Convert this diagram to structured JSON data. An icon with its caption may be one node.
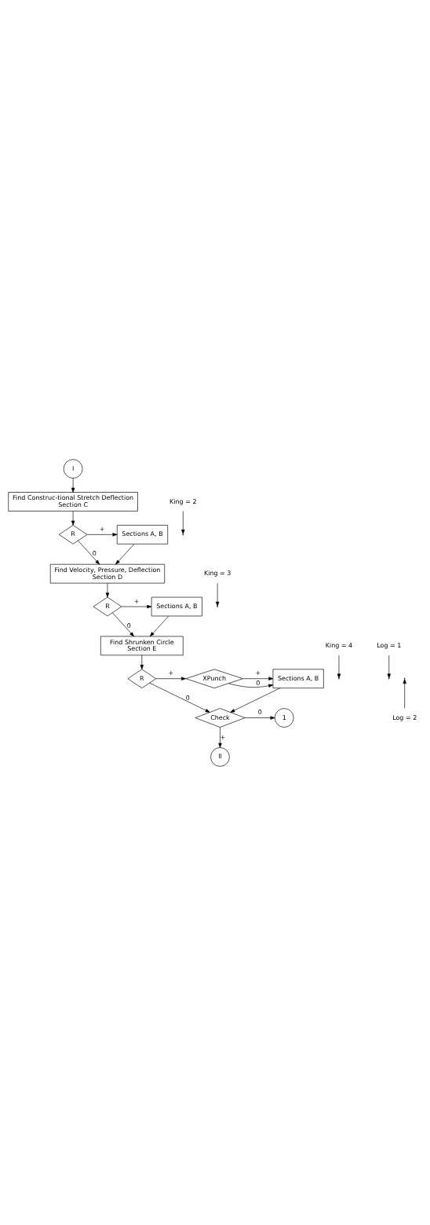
{
  "diagram": {
    "nodes": [
      {
        "text": [
          "I"
        ]
      },
      {
        "text": [
          "Find Construc-tional Stretch Deflection",
          "Section C"
        ]
      },
      {
        "text": [
          "R"
        ]
      },
      {
        "text": [
          "Sections A, B"
        ]
      },
      {
        "text": [
          "Find Velocity, Pressure, Deflection",
          "Section D"
        ]
      },
      {
        "text": [
          "R"
        ]
      },
      {
        "text": [
          "Sections A, B"
        ]
      },
      {
        "text": [
          "Find Shrunken Circle",
          "Section E"
        ]
      },
      {
        "text": [
          "R"
        ]
      },
      {
        "text": [
          "XPunch"
        ]
      },
      {
        "text": [
          "Sections A, B"
        ]
      },
      {
        "text": [
          "Check"
        ]
      },
      {
        "text": [
          "1"
        ]
      },
      {
        "text": [
          "II"
        ]
      },
      {
        "text": [
          "King = 2"
        ]
      },
      {
        "text": [
          "King = 3"
        ]
      },
      {
        "text": [
          "King = 4"
        ]
      },
      {
        "text": [
          "Log = 1"
        ]
      },
      {
        "text": [
          "Log = 2"
        ]
      }
    ],
    "edges": [
      {
        "from": 0,
        "to": 1,
        "arrow": "to"
      },
      {
        "from": 1,
        "to": 2,
        "arrow": "to"
      },
      {
        "from": 2,
        "to": 3,
        "label": "+",
        "arrow": "to"
      },
      {
        "from": 2,
        "to": 4,
        "label": "0",
        "arrow": "to"
      },
      {
        "from": 3,
        "to": 4,
        "arrow": "to"
      },
      {
        "from": 4,
        "to": 5,
        "arrow": "to"
      },
      {
        "from": 5,
        "to": 6,
        "label": "+",
        "arrow": "to"
      },
      {
        "from": 5,
        "to": 7,
        "label": "0",
        "arrow": "to"
      },
      {
        "from": 6,
        "to": 7,
        "arrow": "to"
      },
      {
        "from": 7,
        "to": 8,
        "arrow": "to"
      },
      {
        "from": 8,
        "to": 9,
        "label": "+",
        "arrow": "to"
      },
      {
        "from": 8,
        "to": 11,
        "label": "0",
        "arrow": "to"
      },
      {
        "from": 9,
        "to": 10,
        "label": "0",
        "arrow": "to"
      },
      {
        "from": 9,
        "to": 10,
        "label": "+",
        "arrow": "to"
      },
      {
        "from": 10,
        "to": 11,
        "arrow": "to"
      },
      {
        "from": 11,
        "to": 12,
        "label": "0",
        "arrow": "to"
      },
      {
        "from": 11,
        "to": 13,
        "label": "+",
        "arrow": "to"
      },
      {
        "from": 14,
        "to": null,
        "arrow": "to"
      },
      {
        "from": 15,
        "to": null,
        "arrow": "to"
      },
      {
        "from": 16,
        "to": null,
        "arrow": "to"
      },
      {
        "from": 17,
        "to": null,
        "arrow": "to"
      },
      {
        "from": 18,
        "to": null,
        "arrow": "to"
      }
    ]
  }
}
